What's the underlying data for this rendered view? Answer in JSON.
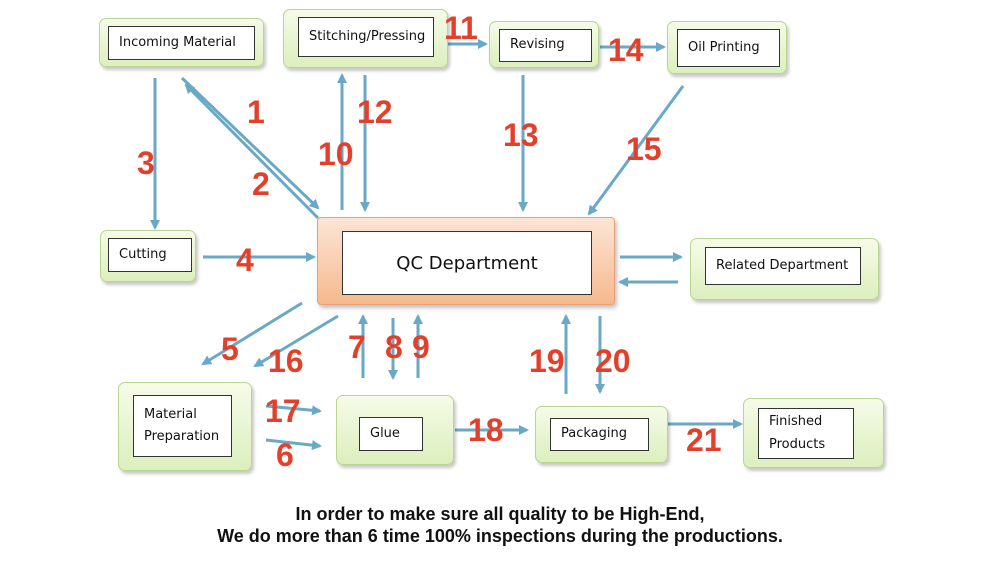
{
  "nodes": {
    "incoming_material": "Incoming Material",
    "stitching_pressing": "Stitching/Pressing",
    "revising": "Revising",
    "oil_printing": "Oil Printing",
    "cutting": "Cutting",
    "qc_department": "QC Department",
    "related_department": "Related Department",
    "material_preparation_line1": "Material",
    "material_preparation_line2": "Preparation",
    "glue": "Glue",
    "packaging": "Packaging",
    "finished_products_line1": "Finished",
    "finished_products_line2": "Products"
  },
  "step_numbers": [
    "1",
    "2",
    "3",
    "4",
    "5",
    "6",
    "7",
    "8",
    "9",
    "10",
    "11",
    "12",
    "13",
    "14",
    "15",
    "16",
    "17",
    "18",
    "19",
    "20",
    "21"
  ],
  "footer": {
    "line1": "In order to make sure all quality to be High-End,",
    "line2": "We do more than 6 time 100% inspections during the productions."
  },
  "colors": {
    "arrow": "#6aa9c6",
    "number": "#e2402a",
    "node_fill": "#dcefbd",
    "qc_fill": "#f6b98e"
  }
}
